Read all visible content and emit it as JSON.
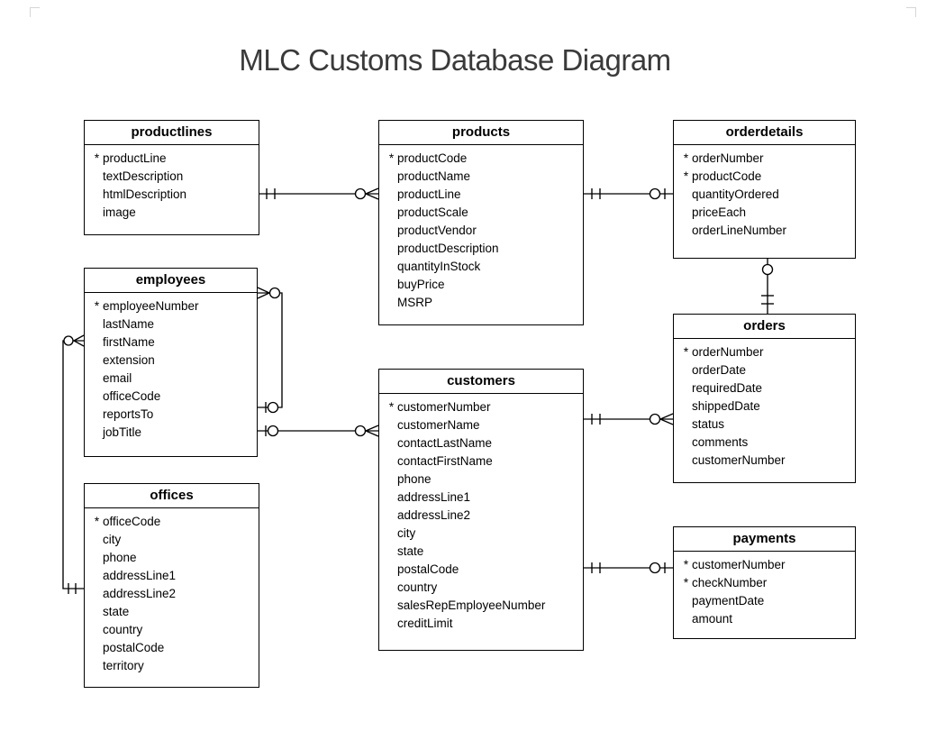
{
  "title": "MLC Customs Database Diagram",
  "diagram": {
    "entities": [
      {
        "name": "productlines",
        "fields": [
          {
            "pk": true,
            "label": "productLine"
          },
          {
            "pk": false,
            "label": "textDescription"
          },
          {
            "pk": false,
            "label": "htmlDescription"
          },
          {
            "pk": false,
            "label": "image"
          }
        ]
      },
      {
        "name": "products",
        "fields": [
          {
            "pk": true,
            "label": "productCode"
          },
          {
            "pk": false,
            "label": "productName"
          },
          {
            "pk": false,
            "label": "productLine"
          },
          {
            "pk": false,
            "label": "productScale"
          },
          {
            "pk": false,
            "label": "productVendor"
          },
          {
            "pk": false,
            "label": "productDescription"
          },
          {
            "pk": false,
            "label": "quantityInStock"
          },
          {
            "pk": false,
            "label": "buyPrice"
          },
          {
            "pk": false,
            "label": "MSRP"
          }
        ]
      },
      {
        "name": "orderdetails",
        "fields": [
          {
            "pk": true,
            "label": "orderNumber"
          },
          {
            "pk": true,
            "label": "productCode"
          },
          {
            "pk": false,
            "label": "quantityOrdered"
          },
          {
            "pk": false,
            "label": "priceEach"
          },
          {
            "pk": false,
            "label": "orderLineNumber"
          }
        ]
      },
      {
        "name": "employees",
        "fields": [
          {
            "pk": true,
            "label": "employeeNumber"
          },
          {
            "pk": false,
            "label": "lastName"
          },
          {
            "pk": false,
            "label": "firstName"
          },
          {
            "pk": false,
            "label": "extension"
          },
          {
            "pk": false,
            "label": "email"
          },
          {
            "pk": false,
            "label": "officeCode"
          },
          {
            "pk": false,
            "label": "reportsTo"
          },
          {
            "pk": false,
            "label": "jobTitle"
          }
        ]
      },
      {
        "name": "customers",
        "fields": [
          {
            "pk": true,
            "label": "customerNumber"
          },
          {
            "pk": false,
            "label": "customerName"
          },
          {
            "pk": false,
            "label": "contactLastName"
          },
          {
            "pk": false,
            "label": "contactFirstName"
          },
          {
            "pk": false,
            "label": "phone"
          },
          {
            "pk": false,
            "label": "addressLine1"
          },
          {
            "pk": false,
            "label": "addressLine2"
          },
          {
            "pk": false,
            "label": "city"
          },
          {
            "pk": false,
            "label": "state"
          },
          {
            "pk": false,
            "label": "postalCode"
          },
          {
            "pk": false,
            "label": "country"
          },
          {
            "pk": false,
            "label": "salesRepEmployeeNumber"
          },
          {
            "pk": false,
            "label": "creditLimit"
          }
        ]
      },
      {
        "name": "orders",
        "fields": [
          {
            "pk": true,
            "label": "orderNumber"
          },
          {
            "pk": false,
            "label": "orderDate"
          },
          {
            "pk": false,
            "label": "requiredDate"
          },
          {
            "pk": false,
            "label": "shippedDate"
          },
          {
            "pk": false,
            "label": "status"
          },
          {
            "pk": false,
            "label": "comments"
          },
          {
            "pk": false,
            "label": "customerNumber"
          }
        ]
      },
      {
        "name": "offices",
        "fields": [
          {
            "pk": true,
            "label": "officeCode"
          },
          {
            "pk": false,
            "label": "city"
          },
          {
            "pk": false,
            "label": "phone"
          },
          {
            "pk": false,
            "label": "addressLine1"
          },
          {
            "pk": false,
            "label": "addressLine2"
          },
          {
            "pk": false,
            "label": "state"
          },
          {
            "pk": false,
            "label": "country"
          },
          {
            "pk": false,
            "label": "postalCode"
          },
          {
            "pk": false,
            "label": "territory"
          }
        ]
      },
      {
        "name": "payments",
        "fields": [
          {
            "pk": true,
            "label": "customerNumber"
          },
          {
            "pk": true,
            "label": "checkNumber"
          },
          {
            "pk": false,
            "label": "paymentDate"
          },
          {
            "pk": false,
            "label": "amount"
          }
        ]
      }
    ],
    "relationships": [
      {
        "from": "productlines",
        "to": "products",
        "from_end": "one-and-only-one",
        "to_end": "zero-or-many"
      },
      {
        "from": "products",
        "to": "orderdetails",
        "from_end": "one-and-only-one",
        "to_end": "zero-or-one"
      },
      {
        "from": "orderdetails",
        "to": "orders",
        "from_end": "zero-optional",
        "to_end": "one-and-only-one"
      },
      {
        "from": "employees",
        "to": "employees",
        "from_end": "zero-or-many",
        "to_end": "zero-or-one",
        "note": "self-reference reportsTo"
      },
      {
        "from": "employees",
        "to": "customers",
        "from_end": "zero-or-one",
        "to_end": "zero-or-many"
      },
      {
        "from": "offices",
        "to": "employees",
        "from_end": "one-and-only-one",
        "to_end": "zero-or-many"
      },
      {
        "from": "customers",
        "to": "orders",
        "from_end": "one-and-only-one",
        "to_end": "zero-or-many"
      },
      {
        "from": "customers",
        "to": "payments",
        "from_end": "one-and-only-one",
        "to_end": "zero-or-one"
      }
    ],
    "colors": {
      "line": "#000000",
      "entity_border": "#000000",
      "entity_fill": "#ffffff",
      "title_text": "#3a3a3a",
      "background": "#ffffff"
    }
  }
}
